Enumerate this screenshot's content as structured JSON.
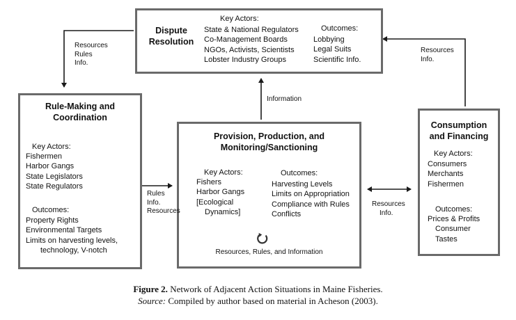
{
  "dispute": {
    "title_line1": "Dispute",
    "title_line2": "Resolution",
    "actors_heading": "Key Actors:",
    "actors": [
      "State & National Regulators",
      "Co-Management Boards",
      "NGOs, Activists, Scientists",
      "Lobster Industry Groups"
    ],
    "outcomes_heading": "Outcomes:",
    "outcomes": [
      "Lobbying",
      "Legal Suits",
      "Scientific Info."
    ]
  },
  "rulemaking": {
    "title_line1": "Rule-Making and",
    "title_line2": "Coordination",
    "actors_heading": "Key Actors:",
    "actors": [
      "Fishermen",
      "Harbor Gangs",
      "State Legislators",
      "State Regulators"
    ],
    "outcomes_heading": "Outcomes:",
    "outcomes": [
      "Property Rights",
      "Environmental Targets",
      "Limits on harvesting levels,"
    ],
    "outcomes_indented": "technology, V-notch"
  },
  "provision": {
    "title_line1": "Provision, Production, and",
    "title_line2": "Monitoring/Sanctioning",
    "actors_heading": "Key  Actors:",
    "actors": [
      "Fishers",
      "Harbor Gangs",
      "[Ecological"
    ],
    "actors_indented": "Dynamics]",
    "outcomes_heading": "Outcomes:",
    "outcomes": [
      "Harvesting Levels",
      "Limits on Appropriation",
      "Compliance with Rules",
      "Conflicts"
    ],
    "footer": "Resources, Rules, and Information"
  },
  "consumption": {
    "title_line1": "Consumption",
    "title_line2": "and Financing",
    "actors_heading": "Key Actors:",
    "actors": [
      "Consumers",
      "Merchants",
      "Fishermen"
    ],
    "outcomes_heading": "Outcomes:",
    "outcomes": [
      "Prices & Profits"
    ],
    "outcomes_indented": [
      "Consumer",
      "Tastes"
    ]
  },
  "links": {
    "dispute_to_rules": [
      "Resources",
      "Rules",
      "Info."
    ],
    "provision_to_dispute": [
      "Information"
    ],
    "consumption_to_dispute": [
      "Resources",
      "Info."
    ],
    "rules_to_provision": [
      "Rules",
      "Info.",
      "Resources"
    ],
    "provision_consumption": [
      "Resources",
      "Info."
    ]
  },
  "caption": {
    "figure_label": "Figure 2.",
    "figure_text": "Network of Adjacent Action Situations in Maine Fisheries.",
    "source_label": "Source:",
    "source_text": "Compiled by author based on material in Acheson (2003)."
  },
  "colors": {
    "border": "#6a6a6a",
    "arrow": "#1a1a1a"
  }
}
